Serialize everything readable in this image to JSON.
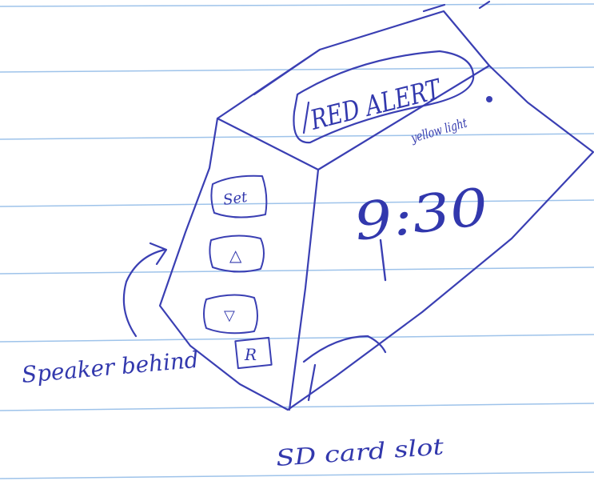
{
  "paper": {
    "background": "#ffffff",
    "rule_color": "#9ec3ea",
    "ink_color": "#3a3fb3"
  },
  "device_sketch": {
    "banner_text": "RED ALERT",
    "note_text": "yellow light",
    "clock_display": "9:30",
    "buttons": [
      {
        "label": "Set"
      },
      {
        "label": "△"
      },
      {
        "label": "▽"
      },
      {
        "label": "R"
      }
    ]
  },
  "annotations": {
    "speaker": "Speaker behind",
    "sd_card": "SD card slot"
  }
}
